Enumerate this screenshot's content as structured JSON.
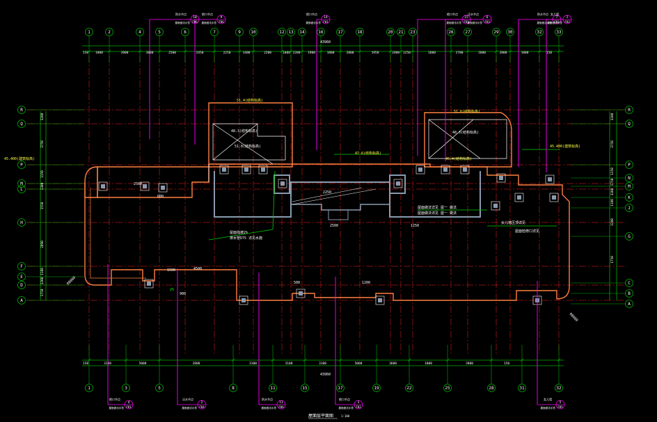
{
  "drawing": {
    "title": "屋面层平面图",
    "scale": "1:100",
    "overall_dim": "43960",
    "colors": {
      "background": "#000000",
      "axis": "#00b000",
      "grid_red": "#ff2020",
      "wall": "#ff8040",
      "callout": "#ff00ff",
      "wall_gray": "#8a9bb0",
      "white": "#ffffff",
      "yellow": "#ffff40",
      "cyan": "#40ffff"
    }
  },
  "top_axes": [
    "1",
    "2",
    "4",
    "5",
    "6",
    "7",
    "9",
    "10",
    "12",
    "13",
    "14",
    "16",
    "17",
    "18",
    "20",
    "21",
    "23",
    "26",
    "27",
    "29",
    "30",
    "32",
    "33"
  ],
  "bottom_axes": [
    "1",
    "3",
    "5",
    "8",
    "11",
    "15",
    "17",
    "19",
    "22",
    "25",
    "28",
    "31",
    "32"
  ],
  "left_axes": [
    "R",
    "Q",
    "P",
    "M",
    "L",
    "H",
    "F",
    "E",
    "D",
    "A"
  ],
  "right_axes": [
    "R",
    "Q",
    "P",
    "N",
    "M",
    "K",
    "J",
    "G",
    "C",
    "B",
    "A"
  ],
  "top_dims": [
    "150",
    "1800",
    "2800",
    "1800",
    "2500",
    "2450",
    "2250",
    "1400",
    "2200",
    "1800",
    "2200",
    "1900",
    "1800",
    "2800",
    "1950",
    "2400",
    "2250",
    "1600",
    "2700",
    "1800",
    "2800",
    "1800",
    "150"
  ],
  "bottom_dims": [
    "150",
    "3100",
    "5000",
    "2800",
    "3100",
    "3100",
    "3100",
    "5000",
    "3600",
    "1000",
    "2800",
    "150"
  ],
  "left_dims": [
    "3200",
    "3750",
    "3150",
    "1300",
    "1550",
    "2890",
    "1180",
    "1200",
    "1750"
  ],
  "right_dims": [
    "3200",
    "3750",
    "1350",
    "1750",
    "3200",
    "1180",
    "1200",
    "1750"
  ],
  "top_callouts": [
    {
      "id": "10",
      "sheet": "F06",
      "label": "防水节点",
      "sub": "屋面做法示意"
    },
    {
      "id": "9",
      "sheet": "F06",
      "label": "檐口节点",
      "sub": "屋面做法示意"
    },
    {
      "id": "14",
      "sheet": "F01",
      "label": "檐口节点",
      "sub": "屋面做法示意"
    },
    {
      "id": "15",
      "sheet": "F01",
      "label": "檐口节点",
      "sub": "屋面做法示意"
    },
    {
      "id": "6",
      "sheet": "F03",
      "label": "泛水节点",
      "sub": "屋面做法示意"
    },
    {
      "id": "7",
      "sheet": "F03",
      "label": "防水节点",
      "sub": "屋面做法示意"
    },
    {
      "id": "1",
      "sheet": "F02",
      "label": "女儿墙",
      "sub": "屋面做法示意"
    }
  ],
  "bottom_callouts": [
    {
      "id": "4",
      "sheet": "F01",
      "label": "檐口节点",
      "sub": "屋面做法示意"
    },
    {
      "id": "2",
      "sheet": "F04",
      "label": "泛水节点",
      "sub": "屋面做法示意"
    },
    {
      "id": "11",
      "sheet": "F06",
      "label": "防水节点",
      "sub": "屋面做法示意"
    },
    {
      "id": "3",
      "sheet": "F02",
      "label": "檐口节点",
      "sub": "屋面做法示意"
    },
    {
      "id": "5",
      "sheet": "F05",
      "label": "女儿墙",
      "sub": "屋面做法示意"
    }
  ],
  "annotations": {
    "left_roof": "51.4(结构标高)",
    "right_roof": "51.6(结构标高)",
    "left_stair": "48.3(结构标高)",
    "right_stair": "48.3(结构标高)",
    "mid_level": "51.8(结构标高)",
    "elev_left": "45.400(建筑标高)",
    "elev_right": "45.400(建筑标高)",
    "roof_main": "47.6(结构标高)",
    "east_roof": "45.4(结构标高)",
    "note1": "屋面找坡2%",
    "note2": "排水管D75 详见水施",
    "note3": "屋面做法详见 屋一 做法",
    "note4": "屋面做法详见 屋一 做法",
    "note5": "女儿墙压顶详见",
    "note6": "屋面检修口详见",
    "slope": "2%",
    "wall_h": "900",
    "r_label": "R8000",
    "r_label2": "R8000",
    "dim_a": "2500",
    "dim_b": "600",
    "dim_c": "2500",
    "dim_d": "1250",
    "dim_e": "1500",
    "dim_f": "500",
    "dim_g": "1200",
    "dim_h": "4500",
    "dim_i": "2250"
  }
}
